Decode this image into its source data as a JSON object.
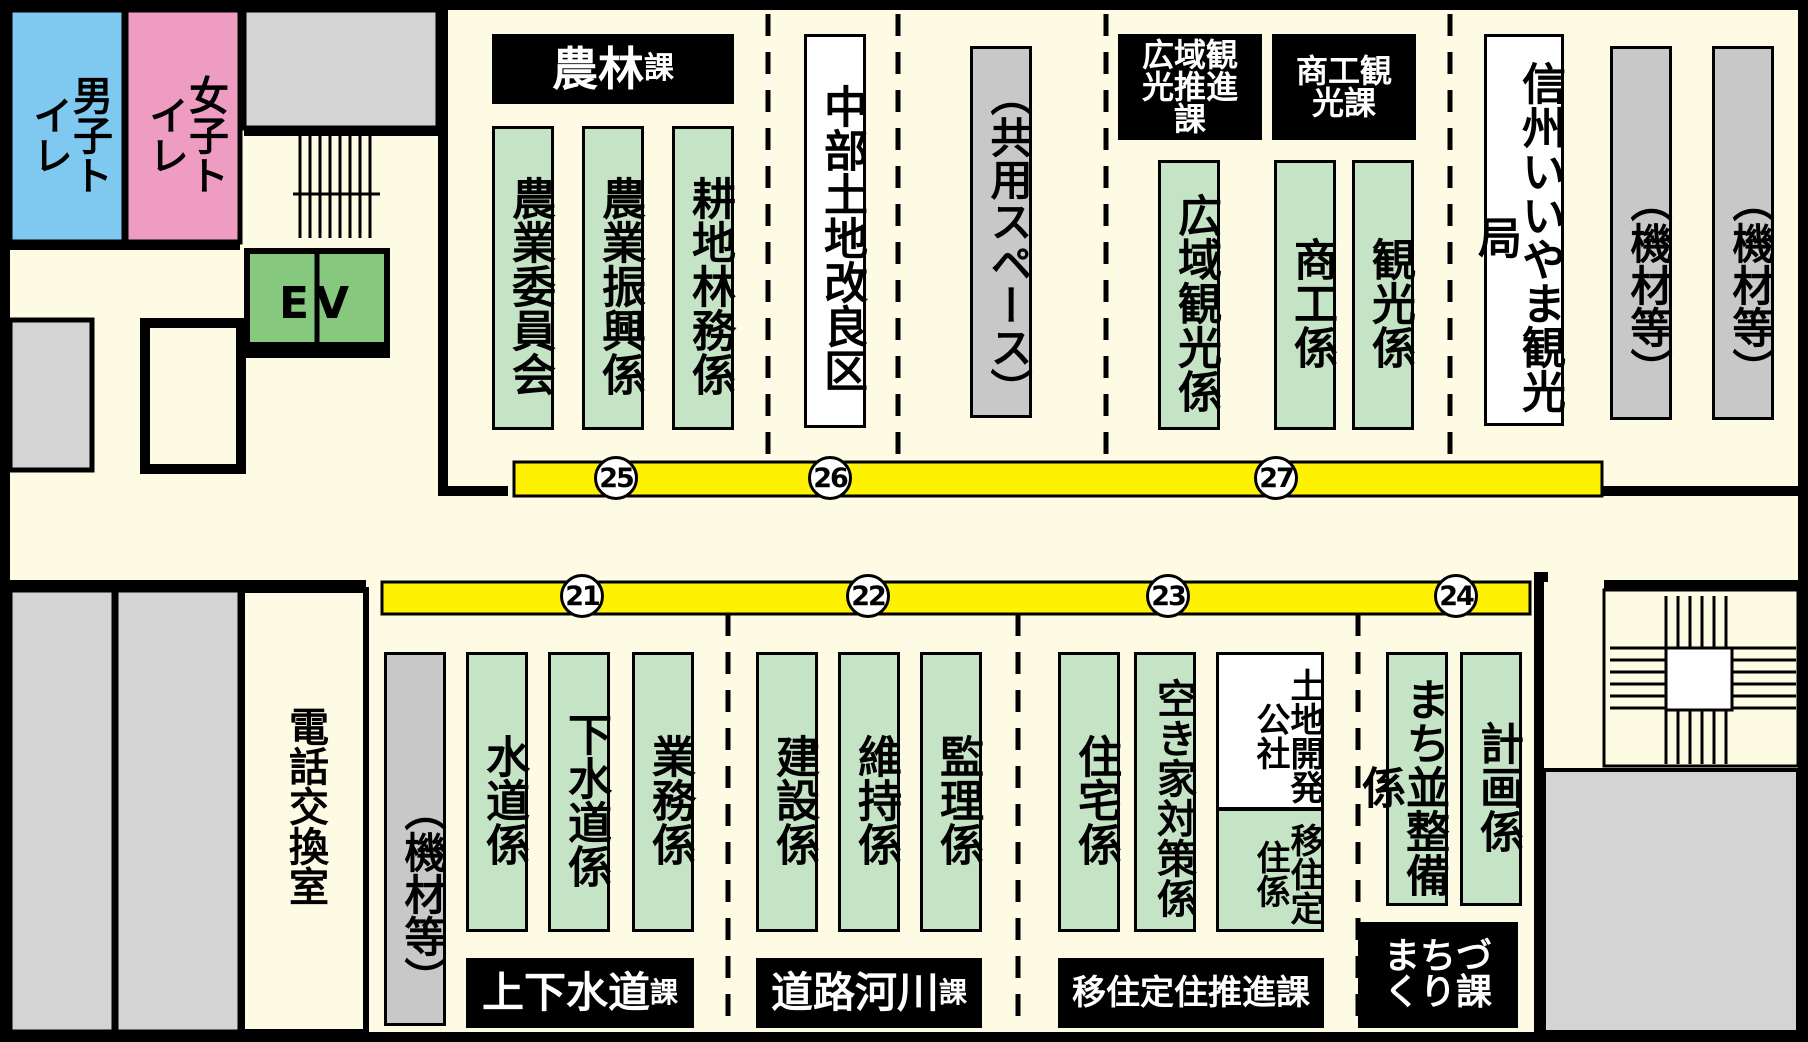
{
  "rooms": {
    "mens_toilet": "男子トイレ",
    "womens_toilet": "女子トイレ",
    "elevator": "EV",
    "phone_room": "電話交換室"
  },
  "north": {
    "agriculture": {
      "title": "農林",
      "suffix": "課",
      "desks": [
        "農業委員会",
        "農業振興係",
        "耕地林務係"
      ]
    },
    "land_improvement": "中部土地改良区",
    "shared_space": "︵共用スペース︶",
    "tourism": {
      "regional_title": "広域観光推進課",
      "commerce_title": "商工観光課",
      "desks": [
        "広域観光係",
        "商工係",
        "観光係"
      ]
    },
    "tourism_bureau": "信州いいやま観光局",
    "storage": [
      "︵機材等︶",
      "︵機材等︶"
    ]
  },
  "south": {
    "storage": "︵機材等︶",
    "water": {
      "title": "上下水道",
      "suffix": "課",
      "desks": [
        "水道係",
        "下水道係",
        "業務係"
      ]
    },
    "roads": {
      "title": "道路河川",
      "suffix": "課",
      "desks": [
        "建設係",
        "維持係",
        "監理係"
      ]
    },
    "migration": {
      "title": "移住定住推進課",
      "desks": [
        "住宅係",
        "空き家対策係"
      ],
      "land_corp": "土地開発公社",
      "settle_desk": "移住定住係"
    },
    "town": {
      "title": "まちづくり課",
      "desks": [
        "まち並整備係",
        "計画係"
      ]
    }
  },
  "counters": [
    "25",
    "26",
    "27",
    "21",
    "22",
    "23",
    "24"
  ],
  "colors": {
    "wall": "#000000",
    "floor": "#fdfbe4",
    "desk": "#c5e3c5",
    "counter": "#fff200",
    "mens_toilet": "#7fc8f0",
    "womens_toilet": "#ef9cc2",
    "elevator": "#86c97e",
    "storage": "#c8c8c8"
  }
}
